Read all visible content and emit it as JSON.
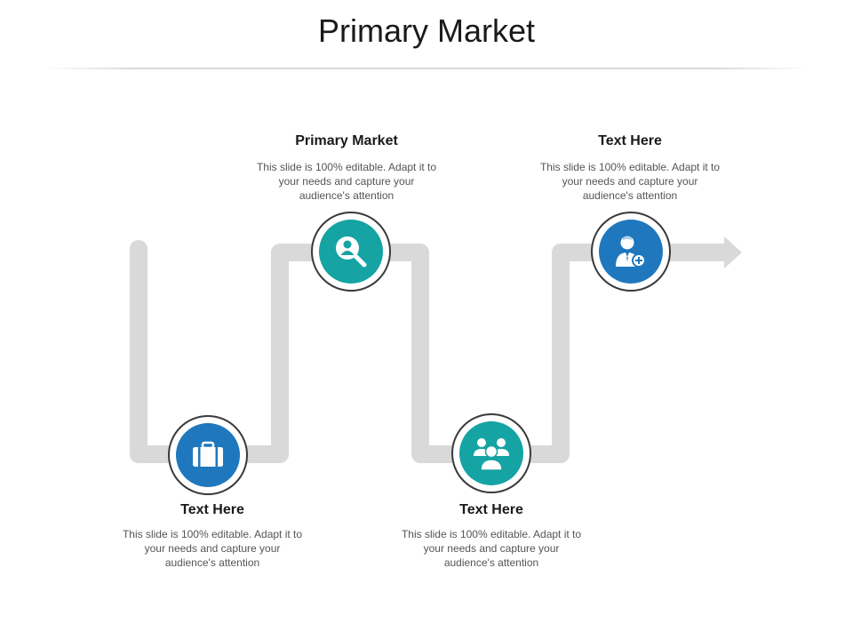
{
  "title": "Primary Market",
  "colors": {
    "blue": "#1f78bd",
    "teal": "#16a3a3",
    "path": "#d9d9d9"
  },
  "steps": [
    {
      "title": "Text Here",
      "description": "This slide is 100% editable. Adapt it to your needs and capture your audience's attention",
      "icon": "briefcase-icon",
      "color": "#1f78bd"
    },
    {
      "title": "Primary Market",
      "description": "This slide is 100% editable. Adapt it to your needs and capture your audience's attention",
      "icon": "user-search-icon",
      "color": "#16a3a3"
    },
    {
      "title": "Text Here",
      "description": "This slide is 100% editable. Adapt it to your needs and capture your audience's attention",
      "icon": "team-icon",
      "color": "#16a3a3"
    },
    {
      "title": "Text Here",
      "description": "This slide is 100% editable. Adapt it to your needs and capture your audience's attention",
      "icon": "add-user-icon",
      "color": "#1f78bd"
    }
  ]
}
